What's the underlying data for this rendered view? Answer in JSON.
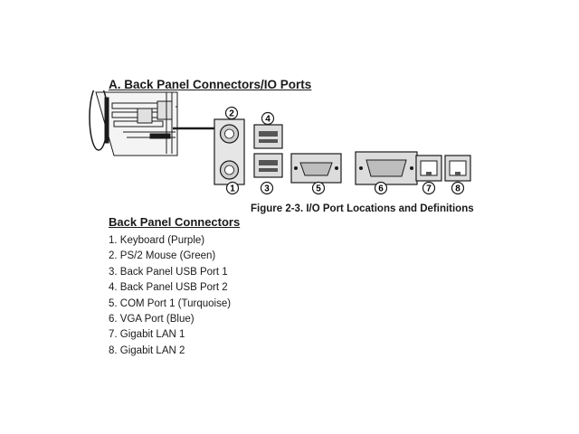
{
  "section": {
    "title": "A. Back Panel Connectors/IO Ports"
  },
  "figure": {
    "caption": "Figure 2-3.  I/O Port Locations and Definitions",
    "callouts": [
      "1",
      "2",
      "3",
      "4",
      "5",
      "6",
      "7",
      "8"
    ]
  },
  "list": {
    "heading": "Back Panel Connectors",
    "items": [
      "1. Keyboard (Purple)",
      "2. PS/2 Mouse (Green)",
      "3. Back Panel USB Port 1",
      "4. Back Panel USB Port 2",
      "5. COM Port 1 (Turquoise)",
      "6. VGA Port (Blue)",
      "7. Gigabit LAN 1",
      "8. Gigabit LAN 2"
    ]
  },
  "colors": {
    "ink": "#1a1a1a",
    "port_fill": "#d9d9d9",
    "port_dark": "#555555"
  }
}
